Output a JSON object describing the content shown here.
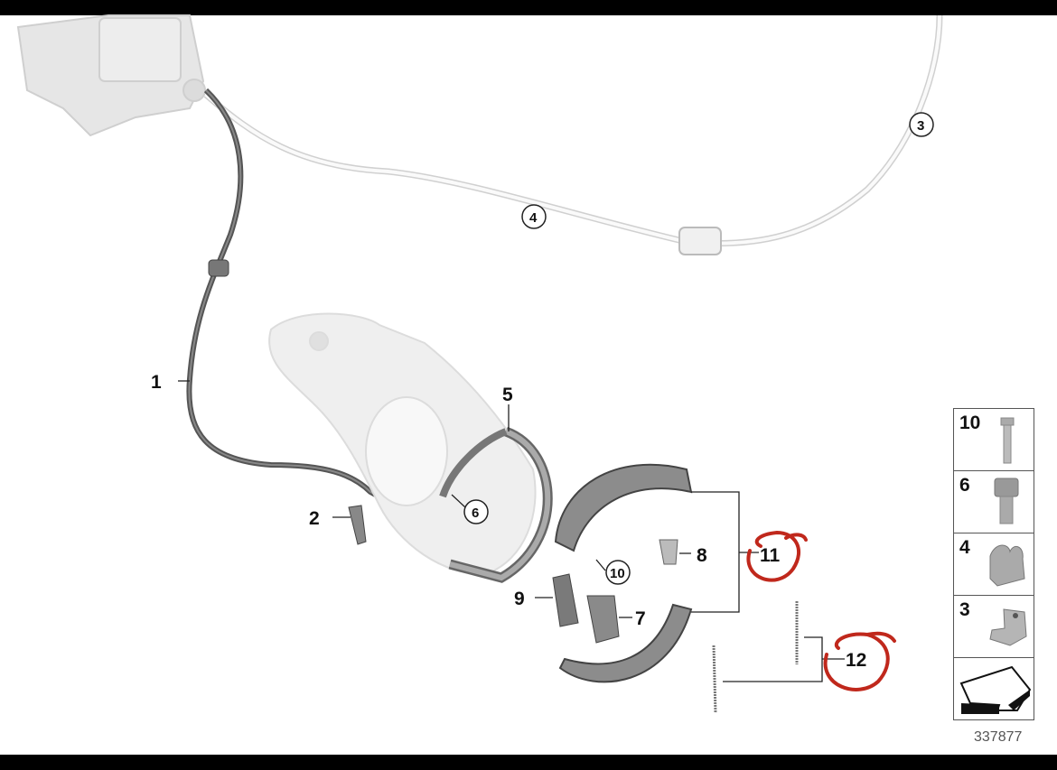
{
  "diagram": {
    "callouts": {
      "c1": "1",
      "c2": "2",
      "c3": "3",
      "c4": "4",
      "c5": "5",
      "c6": "6",
      "c7": "7",
      "c8": "8",
      "c9": "9",
      "c10": "10",
      "c11": "11",
      "c12": "12"
    },
    "highlight_color": "#c0281c",
    "legend": [
      {
        "number": "10",
        "icon": "bolt-icon"
      },
      {
        "number": "6",
        "icon": "hex-bolt-icon"
      },
      {
        "number": "4",
        "icon": "cable-clip-icon"
      },
      {
        "number": "3",
        "icon": "clamp-nut-icon"
      },
      {
        "number": "",
        "icon": "direction-arrow-icon"
      }
    ],
    "diagram_number": "337877"
  }
}
